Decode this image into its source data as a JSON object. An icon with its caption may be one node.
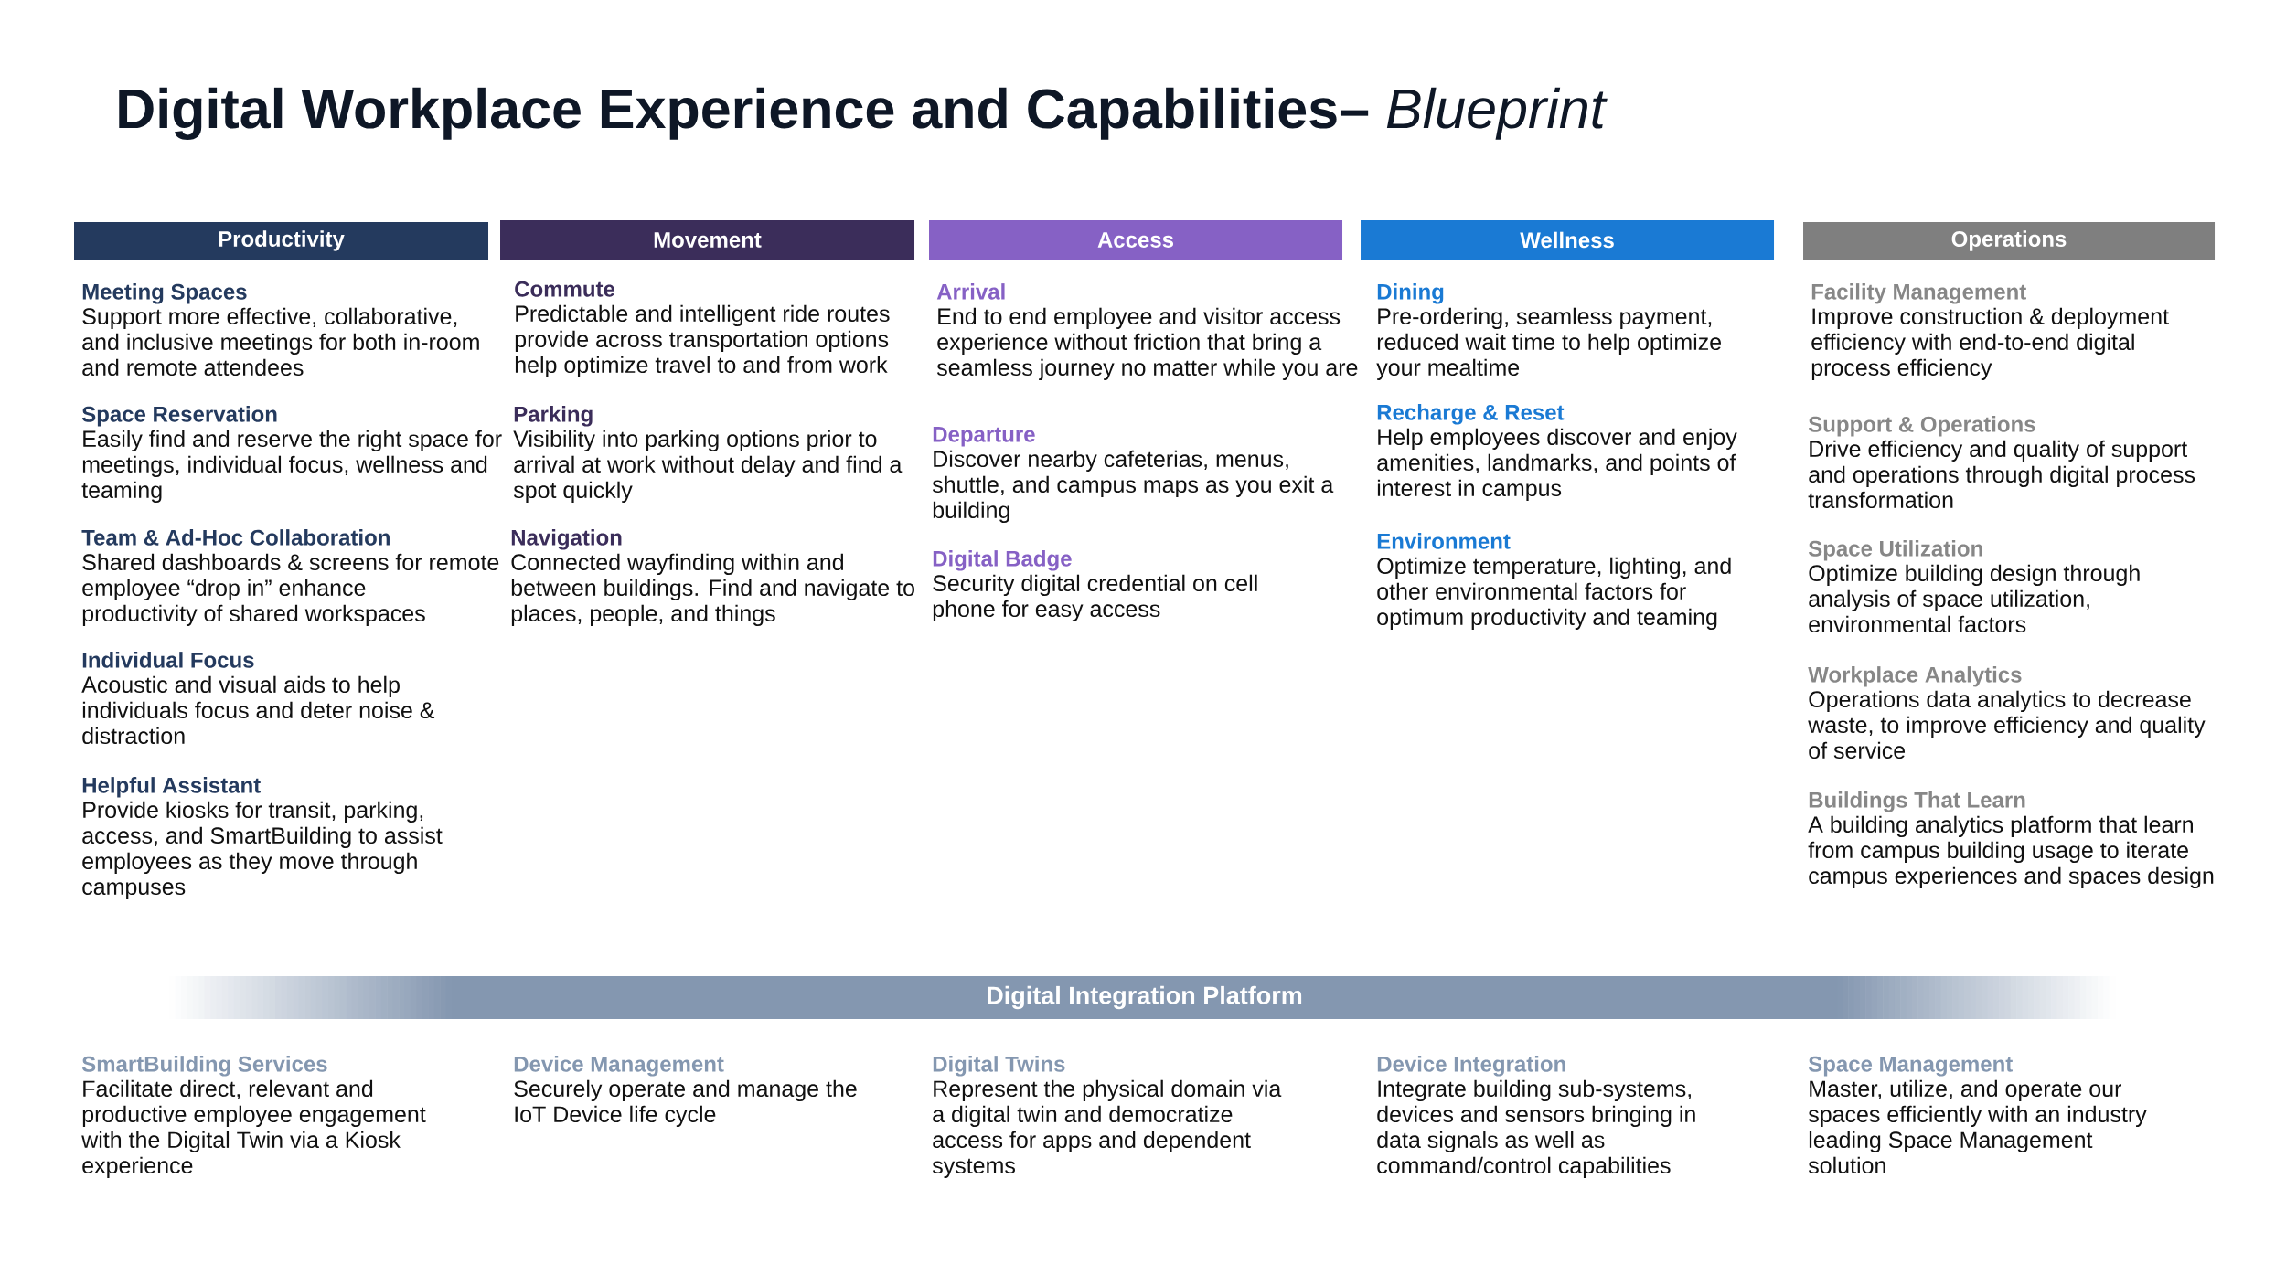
{
  "diagram": {
    "title": "**Digital Workplace Experience and Capabilities–** *Blueprint*",
    "nodes": [
      {
        "text": [
          "Productivity"
        ],
        "beside": [
          "Meeting Spaces",
          "Support more effective, collaborative, and inclusive meetings for both in-room and remote attendees",
          "Space Reservation",
          "Easily find and reserve the right space for meetings, individual focus, wellness and teaming",
          "Team & Ad-Hoc Collaboration",
          "Shared dashboards & screens for remote employee “drop in” enhance productivity of shared workspaces",
          "Individual Focus",
          "Acoustic and visual aids to help individuals focus and deter noise & distraction",
          "Helpful Assistant",
          "Provide kiosks for transit, parking, access, and SmartBuilding to assist employees as they move through campuses"
        ]
      },
      {
        "text": [
          "Movement"
        ],
        "beside": [
          "Commute",
          "Predictable and intelligent ride routes provide across transportation options help optimize travel to and from work",
          "Parking",
          "Visibility into parking options prior to arrival at work without delay and find a spot quickly",
          "Navigation",
          "Connected wayfinding within and between buildings. Find and navigate to places, people, and things"
        ]
      },
      {
        "text": [
          "Access"
        ],
        "beside": [
          "Arrival",
          "End to end employee and visitor access experience without friction that bring a seamless journey no matter while you are",
          "Departure",
          "Discover nearby cafeterias, menus, shuttle, and campus maps as you exit a building",
          "Digital Badge",
          "Security digital credential on cell phone for easy access"
        ]
      },
      {
        "text": [
          "Wellness"
        ],
        "beside": [
          "Dining",
          "Pre-ordering, seamless payment, reduced wait time to help optimize your mealtime",
          "Recharge & Reset",
          "Help employees discover and enjoy amenities, landmarks, and points of interest in campus",
          "Environment",
          "Optimize temperature, lighting, and other environmental factors for optimum productivity and teaming"
        ]
      },
      {
        "text": [
          "Operations"
        ],
        "beside": [
          "Facility Management",
          "Improve construction & deployment efficiency with end-to-end digital process efficiency",
          "Support & Operations",
          "Drive efficiency and quality of support and operations through digital process transformation",
          "Space Utilization",
          "Optimize building design through analysis of space utilization, environmental factors",
          "Workplace Analytics",
          "Operations data analytics to decrease waste, to improve efficiency and quality of service",
          "Buildings That Learn",
          "A building analytics platform that learn from campus building usage to iterate campus experiences and spaces design"
        ]
      },
      {
        "text": [
          "Digital Integration Platform"
        ],
        "beside": [
          "SmartBuilding Services",
          "Facilitate direct, relevant and productive employee engagement with the Digital Twin via a Kiosk experience",
          "Device Management",
          "Securely operate and manage the IoT Device life cycle",
          "Digital Twins",
          "Represent the physical domain via a digital twin and democratize access for apps and dependent systems",
          "Device Integration",
          "Integrate building sub-systems, devices and sensors bringing in data signals as well as command/control capabilities",
          "Space Management",
          "Master, utilize, and operate our spaces efficiently with an industry leading Space Management solution"
        ]
      }
    ]
  }
}
